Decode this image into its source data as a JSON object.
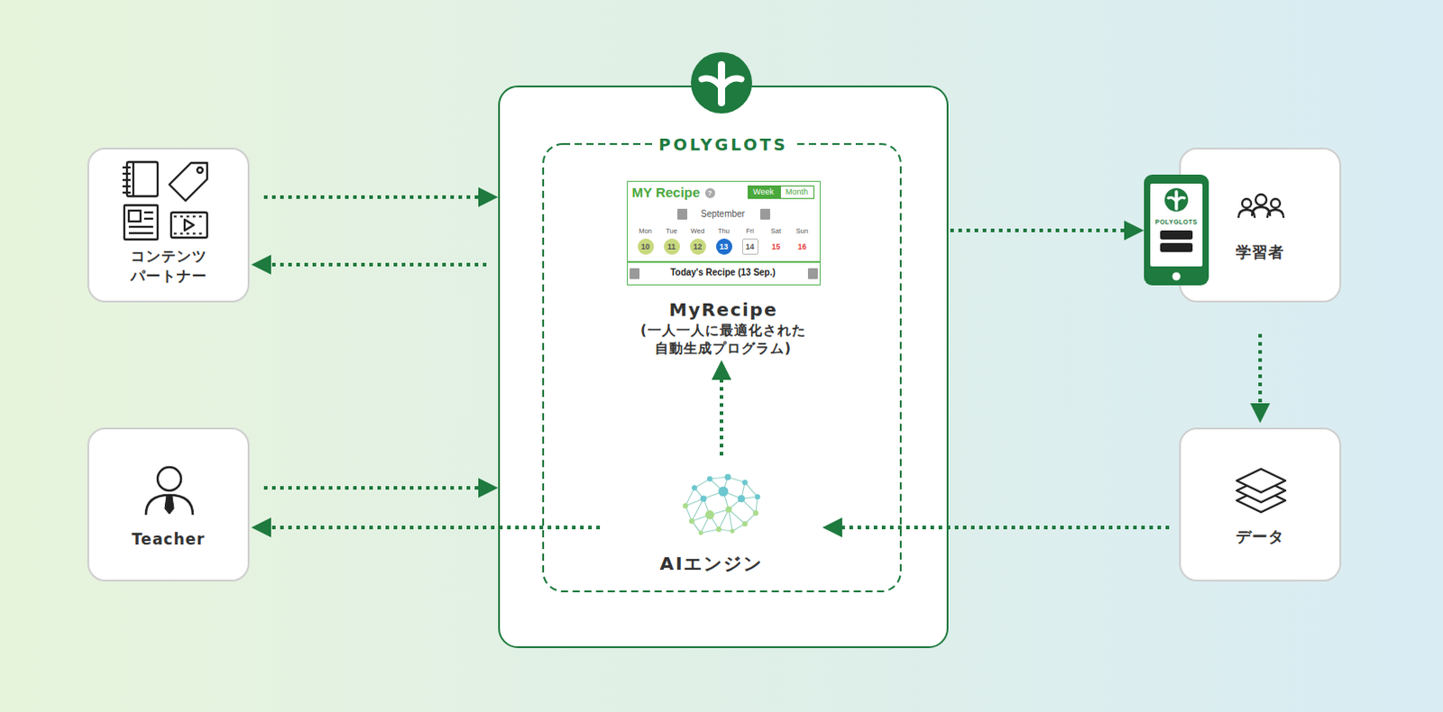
{
  "diagram": {
    "nodes": [
      {
        "text": [
          "コンテンツ パートナー"
        ]
      },
      {
        "text": [
          "Teacher"
        ]
      },
      {
        "text": [
          "POLYGLOTS"
        ]
      },
      {
        "text": [
          "MyRecipe",
          "(一人一人に最適化された 自動生成プログラム)"
        ],
        "in": 2
      },
      {
        "text": [
          "AIエンジン"
        ],
        "in": 2
      },
      {
        "text": [
          "学習者"
        ]
      },
      {
        "text": [
          "データ"
        ]
      }
    ],
    "edges": [
      {
        "from": 0,
        "to": 2,
        "arrow": "to"
      },
      {
        "from": 2,
        "to": 0,
        "arrow": "to"
      },
      {
        "from": 1,
        "to": 2,
        "arrow": "to"
      },
      {
        "from": 4,
        "to": 1,
        "arrow": "to"
      },
      {
        "from": 4,
        "to": 3,
        "arrow": "to"
      },
      {
        "from": 2,
        "to": 5,
        "arrow": "to"
      },
      {
        "from": 5,
        "to": 6,
        "arrow": "to"
      },
      {
        "from": 6,
        "to": 4,
        "arrow": "to"
      }
    ],
    "labels": [
      "MY Recipe",
      "?",
      "Week",
      "Month",
      "September",
      "Mon",
      "Tue",
      "Wed",
      "Thu",
      "Fri",
      "Sat",
      "Sun",
      "10",
      "11",
      "12",
      "13",
      "14",
      "15",
      "16",
      "Today's Recipe (13 Sep.)",
      "POLYGLOTS"
    ]
  }
}
